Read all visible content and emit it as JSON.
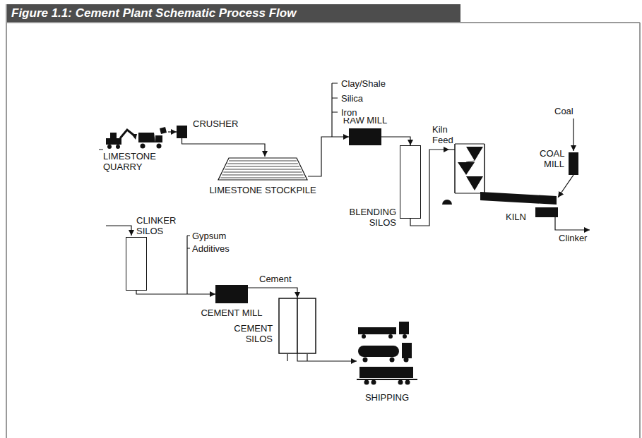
{
  "diagram": {
    "title": "Figure 1.1: Cement Plant Schematic Process Flow",
    "nodes": [
      {
        "text": [
          "LIMESTONE QUARRY"
        ]
      },
      {
        "text": [
          "CRUSHER"
        ]
      },
      {
        "text": [
          "LIMESTONE STOCKPILE"
        ]
      },
      {
        "text": [
          "RAW MILL"
        ]
      },
      {
        "text": [
          "BLENDING SILOS"
        ]
      },
      {
        "text": [
          "KILN"
        ]
      },
      {
        "text": [
          "COAL MILL"
        ]
      },
      {
        "text": [
          "CLINKER SILOS"
        ]
      },
      {
        "text": [
          "CEMENT MILL"
        ]
      },
      {
        "text": [
          "CEMENT SILOS"
        ]
      },
      {
        "text": [
          "SHIPPING"
        ]
      }
    ],
    "edges": [
      {
        "from": 0,
        "to": 1,
        "arrow": "to"
      },
      {
        "from": 1,
        "to": 2,
        "arrow": "to"
      },
      {
        "from": 2,
        "to": 3,
        "arrow": "to"
      },
      {
        "from": 3,
        "to": 4,
        "arrow": "to"
      },
      {
        "from": 4,
        "to": 5,
        "label": "Kiln Feed",
        "arrow": "to"
      },
      {
        "from": 6,
        "to": 5,
        "arrow": "to"
      },
      {
        "from": 7,
        "to": 8,
        "arrow": "to"
      },
      {
        "from": 8,
        "to": 9,
        "label": "Cement",
        "arrow": "to"
      },
      {
        "from": 9,
        "to": 10,
        "arrow": "to"
      }
    ],
    "labels": [
      "Clay/Shale",
      "Silica",
      "Iron",
      "Coal",
      "Clinker",
      "Gypsum",
      "Additives"
    ]
  }
}
